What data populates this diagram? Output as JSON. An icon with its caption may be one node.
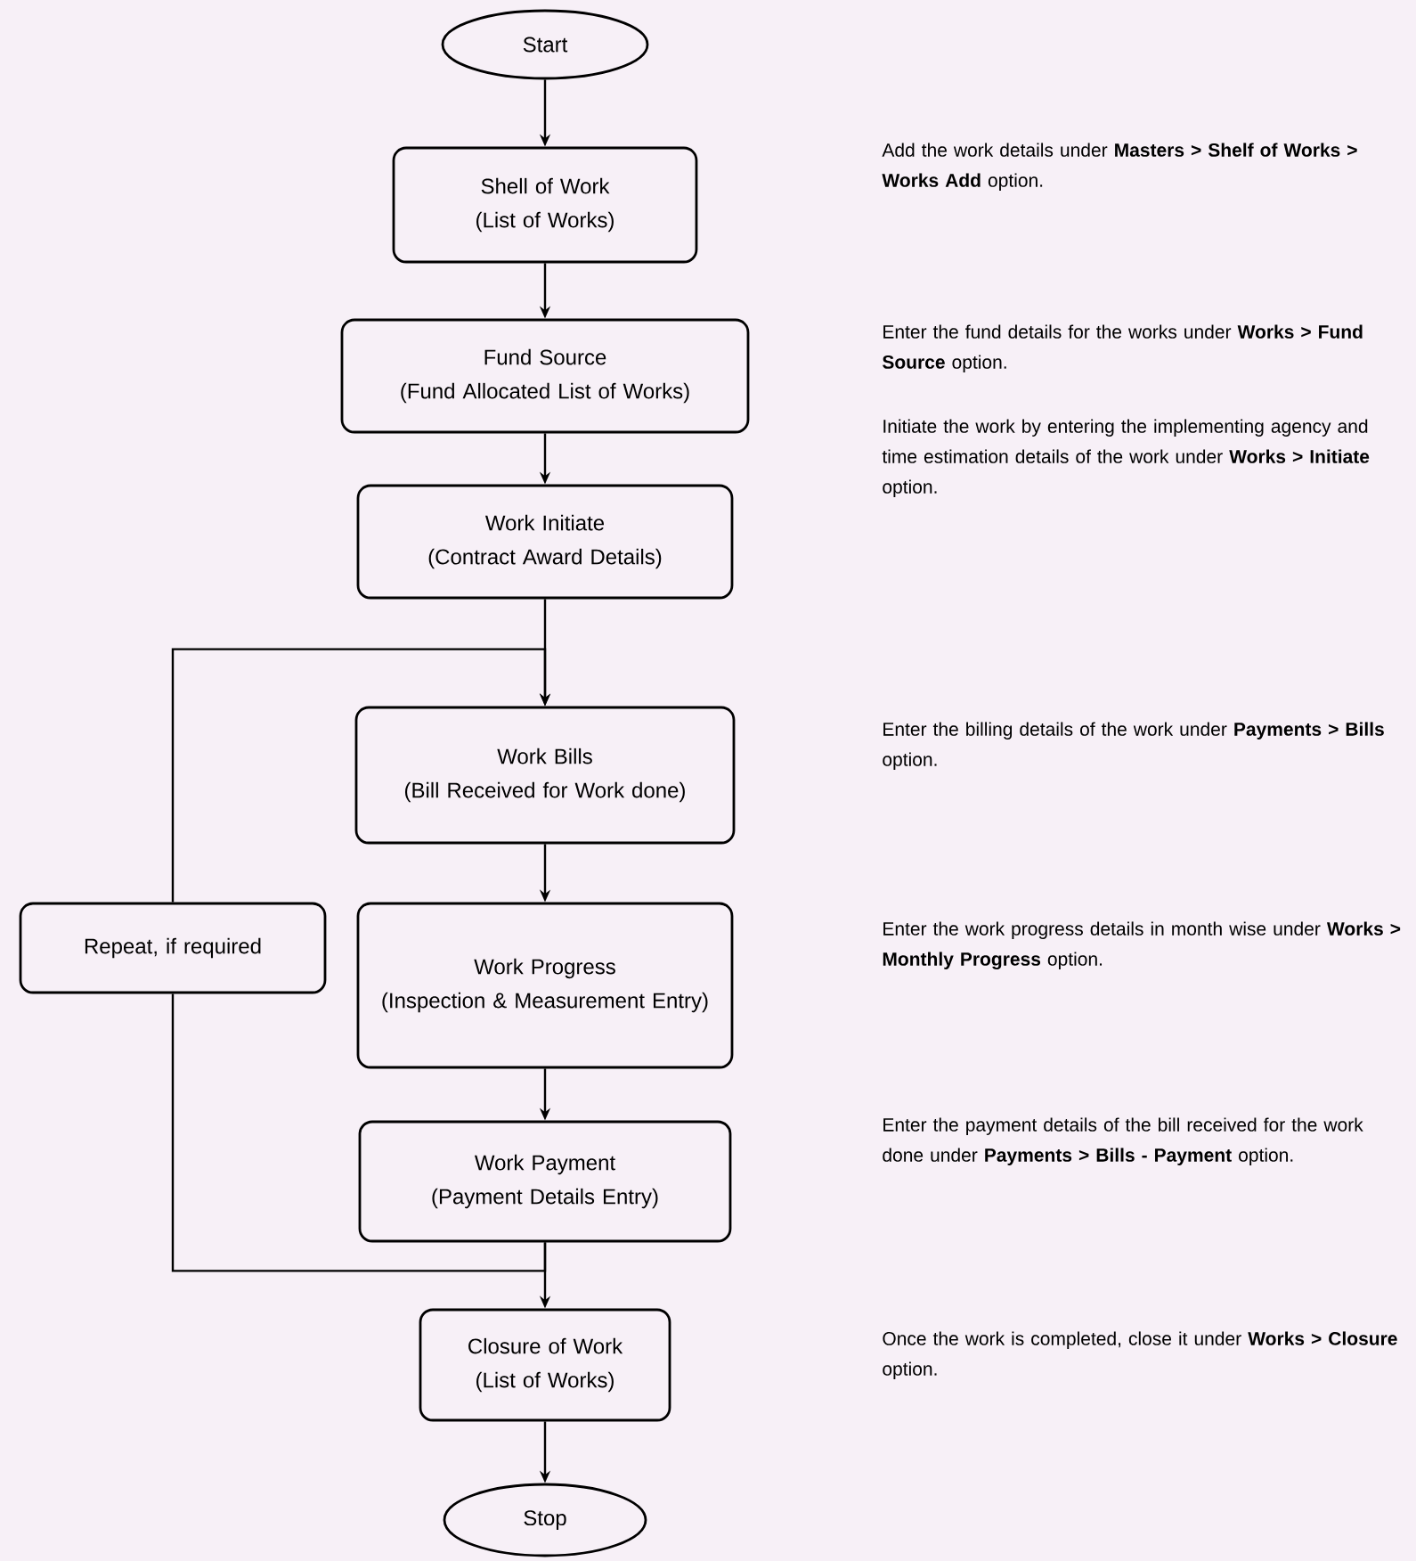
{
  "diagram": {
    "nodes": [
      {
        "text": [
          "Start"
        ]
      },
      {
        "text": [
          "Shell of Work",
          "(List of Works)"
        ]
      },
      {
        "text": [
          "Fund Source",
          "(Fund Allocated List of Works)"
        ]
      },
      {
        "text": [
          "Work Initiate",
          "(Contract Award Details)"
        ]
      },
      {
        "text": [
          "Work Bills",
          "(Bill Received for Work done)"
        ]
      },
      {
        "text": [
          "Repeat, if required"
        ]
      },
      {
        "text": [
          "Work Progress",
          "(Inspection & Measurement Entry)"
        ]
      },
      {
        "text": [
          "Work Payment",
          "(Payment Details Entry)"
        ]
      },
      {
        "text": [
          "Closure of Work",
          "(List of Works)"
        ]
      },
      {
        "text": [
          "Stop"
        ]
      }
    ],
    "edges": [
      {
        "from": 0,
        "to": 1,
        "arrow": "to"
      },
      {
        "from": 1,
        "to": 2,
        "arrow": "to"
      },
      {
        "from": 2,
        "to": 3,
        "arrow": "to"
      },
      {
        "from": 3,
        "to": 4,
        "arrow": "to"
      },
      {
        "from": 4,
        "to": 6,
        "arrow": "to"
      },
      {
        "from": 6,
        "to": 7,
        "arrow": "to"
      },
      {
        "from": 7,
        "to": 8,
        "arrow": "to"
      },
      {
        "from": 8,
        "to": 9,
        "arrow": "to"
      },
      {
        "from": 7,
        "to": 5,
        "arrow": "none"
      },
      {
        "from": 5,
        "to": 4,
        "arrow": "to"
      }
    ],
    "labels": [
      "Add the work details under **Masters > Shelf of Works > Works Add** option.",
      "Enter the fund details for the works under **Works > Fund Source** option.",
      "Initiate the work by entering the implementing agency and time estimation details of the work under **Works > Initiate** option.",
      "Enter the billing details of the work under **Payments > Bills** option.",
      "Enter the work progress details in month wise under **Works > Monthly Progress** option.",
      "Enter the payment details of the bill received for the work done under **Payments > Bills -  Payment** option.",
      "Once the work is completed, close it under **Works > Closure** option."
    ]
  }
}
